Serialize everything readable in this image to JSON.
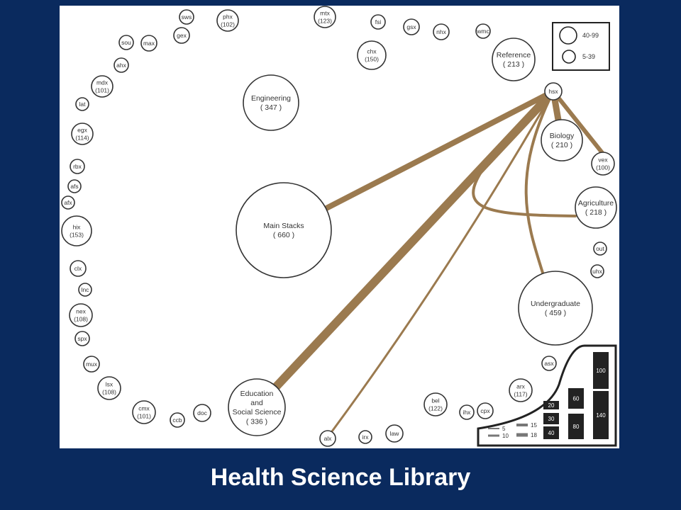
{
  "caption": "Health Science Library",
  "colors": {
    "background": "#0a2a5e",
    "panel": "#ffffff",
    "link": "#9b7a4f",
    "bar": "#222222",
    "node_stroke": "#333333"
  },
  "source_node": "hsx",
  "nodes": [
    {
      "id": "sws",
      "lines": [
        "sws"
      ]
    },
    {
      "id": "phx",
      "lines": [
        "phx",
        "(102)"
      ]
    },
    {
      "id": "mtx",
      "lines": [
        "mtx",
        "(123)"
      ]
    },
    {
      "id": "fsi",
      "lines": [
        "fsi"
      ]
    },
    {
      "id": "gsx",
      "lines": [
        "gsx"
      ]
    },
    {
      "id": "nhx",
      "lines": [
        "nhx"
      ]
    },
    {
      "id": "wmc",
      "lines": [
        "wmc"
      ]
    },
    {
      "id": "sou",
      "lines": [
        "sou"
      ]
    },
    {
      "id": "max",
      "lines": [
        "max"
      ]
    },
    {
      "id": "gex",
      "lines": [
        "gex"
      ]
    },
    {
      "id": "chx",
      "lines": [
        "chx",
        "(150)"
      ]
    },
    {
      "id": "reference",
      "lines": [
        "Reference",
        "( 213 )"
      ]
    },
    {
      "id": "ahx",
      "lines": [
        "ahx"
      ]
    },
    {
      "id": "mdx",
      "lines": [
        "mdx",
        "(101)"
      ]
    },
    {
      "id": "lat",
      "lines": [
        "lat"
      ]
    },
    {
      "id": "engineering",
      "lines": [
        "Engineering",
        "( 347 )"
      ]
    },
    {
      "id": "hsx",
      "lines": [
        "hsx"
      ]
    },
    {
      "id": "egx",
      "lines": [
        "egx",
        "(114)"
      ]
    },
    {
      "id": "biology",
      "lines": [
        "Biology",
        "( 210 )"
      ]
    },
    {
      "id": "vex",
      "lines": [
        "vex",
        "(100)"
      ]
    },
    {
      "id": "rbx",
      "lines": [
        "rbx"
      ]
    },
    {
      "id": "afs",
      "lines": [
        "afs"
      ]
    },
    {
      "id": "afx",
      "lines": [
        "afx"
      ]
    },
    {
      "id": "agriculture",
      "lines": [
        "Agriculture",
        "( 218 )"
      ]
    },
    {
      "id": "main-stacks",
      "lines": [
        "Main Stacks",
        "( 660 )"
      ]
    },
    {
      "id": "hix",
      "lines": [
        "hix",
        "(153)"
      ]
    },
    {
      "id": "out",
      "lines": [
        "out"
      ]
    },
    {
      "id": "uhx",
      "lines": [
        "uhx"
      ]
    },
    {
      "id": "clx",
      "lines": [
        "clx"
      ]
    },
    {
      "id": "lnc",
      "lines": [
        "lnc"
      ]
    },
    {
      "id": "undergraduate",
      "lines": [
        "Undergraduate",
        "( 459 )"
      ]
    },
    {
      "id": "nex",
      "lines": [
        "nex",
        "(108)"
      ]
    },
    {
      "id": "spx",
      "lines": [
        "spx"
      ]
    },
    {
      "id": "asx",
      "lines": [
        "asx"
      ]
    },
    {
      "id": "mux",
      "lines": [
        "mux"
      ]
    },
    {
      "id": "lsx",
      "lines": [
        "lsx",
        "(108)"
      ]
    },
    {
      "id": "arx",
      "lines": [
        "arx",
        "(117)"
      ]
    },
    {
      "id": "education",
      "lines": [
        "Education",
        "and",
        "Social Science",
        "( 336 )"
      ]
    },
    {
      "id": "bel",
      "lines": [
        "bel",
        "(122)"
      ]
    },
    {
      "id": "cmx",
      "lines": [
        "cmx",
        "(101)"
      ]
    },
    {
      "id": "doc",
      "lines": [
        "doc"
      ]
    },
    {
      "id": "ccb",
      "lines": [
        "ccb"
      ]
    },
    {
      "id": "ihx",
      "lines": [
        "ihx"
      ]
    },
    {
      "id": "cpx",
      "lines": [
        "cpx"
      ]
    },
    {
      "id": "alx",
      "lines": [
        "alx"
      ]
    },
    {
      "id": "irx",
      "lines": [
        "irx"
      ]
    },
    {
      "id": "law",
      "lines": [
        "law"
      ]
    }
  ],
  "links": [
    {
      "from": "hsx",
      "to": "main-stacks"
    },
    {
      "from": "hsx",
      "to": "education"
    },
    {
      "from": "hsx",
      "to": "alx"
    },
    {
      "from": "hsx",
      "to": "undergraduate"
    },
    {
      "from": "hsx",
      "to": "agriculture"
    },
    {
      "from": "hsx",
      "to": "biology"
    },
    {
      "from": "hsx",
      "to": "vex"
    }
  ],
  "size_legend": [
    {
      "label": "40-99"
    },
    {
      "label": "5-39"
    }
  ],
  "width_legend": [
    {
      "label": "5"
    },
    {
      "label": "10"
    },
    {
      "label": "15"
    },
    {
      "label": "18"
    }
  ],
  "bar_legend": [
    {
      "label": "20"
    },
    {
      "label": "30"
    },
    {
      "label": "40"
    },
    {
      "label": "60"
    },
    {
      "label": "80"
    },
    {
      "label": "100"
    },
    {
      "label": "140"
    }
  ]
}
